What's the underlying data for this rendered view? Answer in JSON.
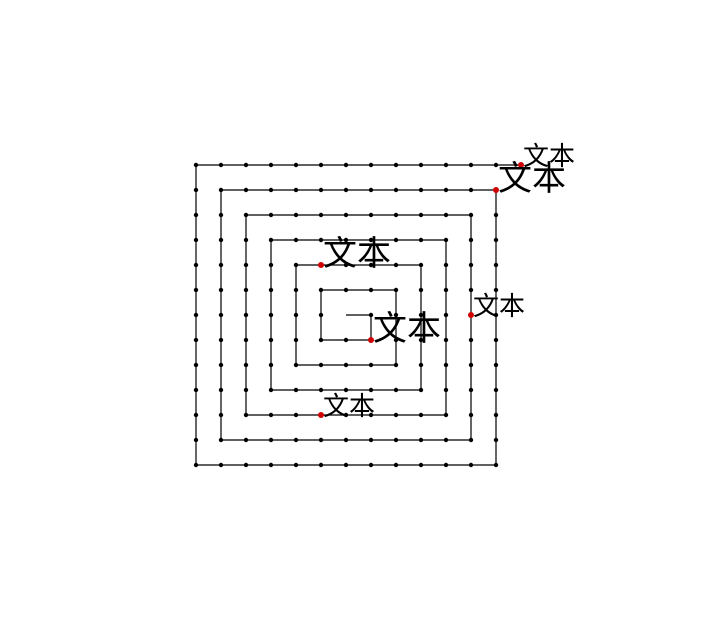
{
  "diagram": {
    "colors": {
      "line": "#000000",
      "vertex": "#000000",
      "highlight": "#d00000",
      "background": "#ffffff"
    },
    "spiral": {
      "turns": 24,
      "step": 25,
      "dot_spacing": 25
    },
    "labels": [
      {
        "text": "文本",
        "at_step": 120,
        "size": "large"
      },
      {
        "text": "文本",
        "at_step": 1,
        "size": "large"
      },
      {
        "text": "文本",
        "at_step": 20,
        "size": "large"
      },
      {
        "text": "文本",
        "at_step": 60,
        "size": "medium"
      },
      {
        "text": "文本",
        "at_step": 84,
        "size": "medium"
      },
      {
        "text": "文本",
        "at_step": 168,
        "size": "medium"
      }
    ]
  }
}
